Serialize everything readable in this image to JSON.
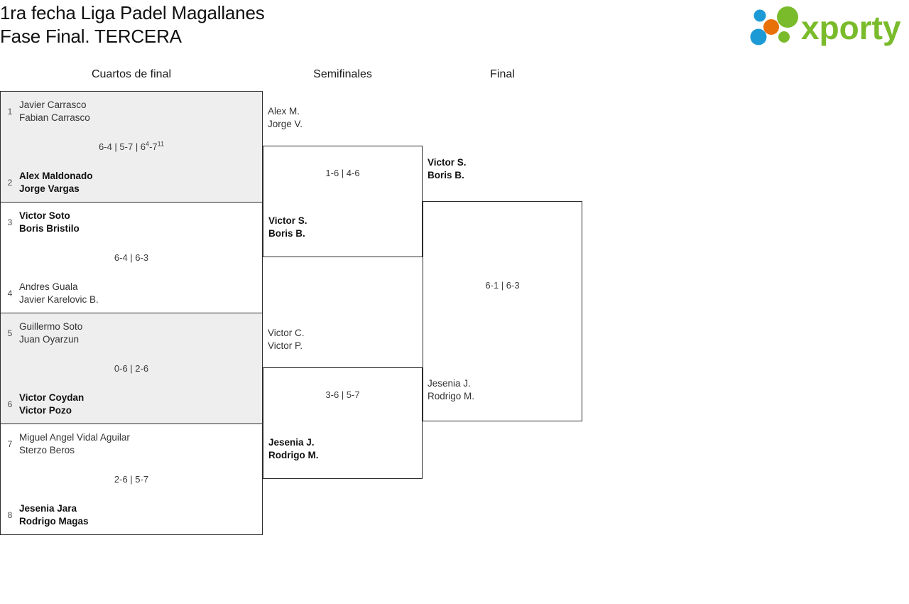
{
  "header": {
    "title_line1": "1ra fecha Liga Padel Magallanes",
    "title_line2": "Fase Final. TERCERA",
    "logo_text": "xporty",
    "logo_colors": {
      "green": "#7ABB2B",
      "blue": "#1C9AD6",
      "orange": "#E8710A"
    }
  },
  "rounds": [
    {
      "label": "Cuartos de final"
    },
    {
      "label": "Semifinales"
    },
    {
      "label": "Final"
    }
  ],
  "quarterfinals": [
    {
      "shaded": true,
      "score": "6-4 | 5-7 | 6",
      "score_sup1": "4",
      "score_mid": "-7",
      "score_sup2": "11",
      "top": {
        "seed": "1",
        "p1": "Javier Carrasco",
        "p2": "Fabian Carrasco",
        "winner": false
      },
      "bottom": {
        "seed": "2",
        "p1": "Alex Maldonado",
        "p2": "Jorge Vargas",
        "winner": true
      }
    },
    {
      "shaded": false,
      "score": "6-4 | 6-3",
      "top": {
        "seed": "3",
        "p1": "Victor Soto",
        "p2": "Boris Bristilo",
        "winner": true
      },
      "bottom": {
        "seed": "4",
        "p1": "Andres Guala",
        "p2": "Javier Karelovic B.",
        "winner": false
      }
    },
    {
      "shaded": true,
      "score": "0-6 | 2-6",
      "top": {
        "seed": "5",
        "p1": "Guillermo Soto",
        "p2": "Juan Oyarzun",
        "winner": false
      },
      "bottom": {
        "seed": "6",
        "p1": "Victor Coydan",
        "p2": "Victor Pozo",
        "winner": true
      }
    },
    {
      "shaded": false,
      "score": "2-6 | 5-7",
      "top": {
        "seed": "7",
        "p1": "Miguel Angel Vidal Aguilar",
        "p2": "Sterzo Beros",
        "winner": false
      },
      "bottom": {
        "seed": "8",
        "p1": "Jesenia Jara",
        "p2": "Rodrigo Magas",
        "winner": true
      }
    }
  ],
  "semifinals": [
    {
      "score": "1-6 | 4-6",
      "top": {
        "p1": "Alex M.",
        "p2": "Jorge V.",
        "winner": false
      },
      "bottom": {
        "p1": "Victor S.",
        "p2": "Boris B.",
        "winner": true
      }
    },
    {
      "score": "3-6 | 5-7",
      "top": {
        "p1": "Victor C.",
        "p2": "Victor P.",
        "winner": false
      },
      "bottom": {
        "p1": "Jesenia J.",
        "p2": "Rodrigo M.",
        "winner": true
      }
    }
  ],
  "final": {
    "score": "6-1 | 6-3",
    "top": {
      "p1": "Victor S.",
      "p2": "Boris B.",
      "winner": true
    },
    "bottom": {
      "p1": "Jesenia J.",
      "p2": "Rodrigo M.",
      "winner": false
    }
  }
}
